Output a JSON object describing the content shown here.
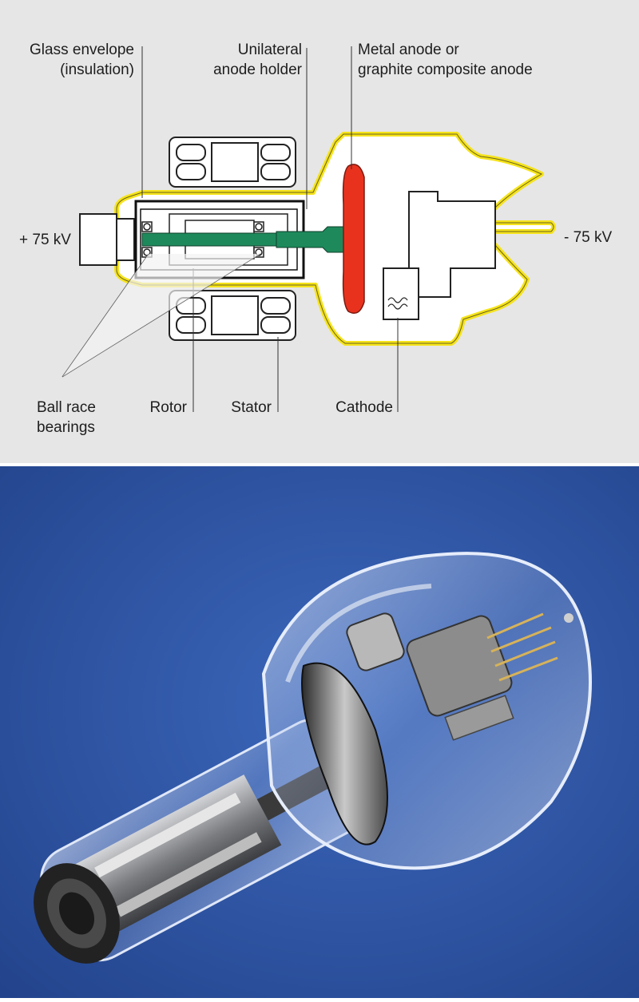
{
  "labels": {
    "glass_envelope_line1": "Glass envelope",
    "glass_envelope_line2": "(insulation)",
    "anode_holder_line1": "Unilateral",
    "anode_holder_line2": "anode holder",
    "anode_line1": "Metal anode or",
    "anode_line2": "graphite composite anode",
    "positive_voltage": "+ 75 kV",
    "negative_voltage": "- 75 kV",
    "bearings_line1": "Ball race",
    "bearings_line2": "bearings",
    "rotor": "Rotor",
    "stator": "Stator",
    "cathode": "Cathode"
  },
  "colors": {
    "diagram_background": "#e6e6e6",
    "glass_envelope": "#f5e31a",
    "anode": "#e8321e",
    "rotor_shaft": "#1e8a5c",
    "photo_background": "#2f56a4"
  }
}
